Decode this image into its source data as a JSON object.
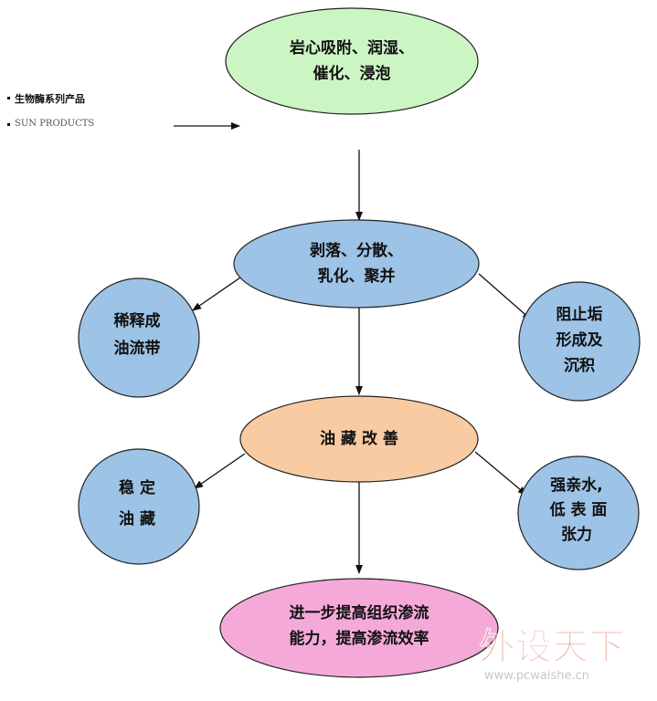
{
  "legend": {
    "line1": "生物酶系列产品",
    "line2": "SUN PRODUCTS"
  },
  "nodes": {
    "top": {
      "line1": "岩心吸附、润湿、",
      "line2": "催化、浸泡",
      "fill": "#ccf5c4"
    },
    "middle": {
      "line1": "剥落、分散、",
      "line2": "乳化、聚并",
      "fill": "#9dc3e6"
    },
    "left1": {
      "line1": "稀释成",
      "line2": "油流带",
      "fill": "#9dc3e6"
    },
    "right1": {
      "line1": "阻止垢",
      "line2": "形成及",
      "line3": "沉积",
      "fill": "#9dc3e6"
    },
    "center": {
      "line1": "油 藏 改 善",
      "fill": "#f8cba3"
    },
    "left2": {
      "line1": "稳 定",
      "line2": "油 藏",
      "fill": "#9dc3e6"
    },
    "right2": {
      "line1": "强亲水,",
      "line2": "低 表 面",
      "line3": "张力",
      "fill": "#9dc3e6"
    },
    "bottom": {
      "line1": "进一步提高组织渗流",
      "line2": "能力，提高渗流效率",
      "fill": "#f5a9d9"
    }
  },
  "watermark": {
    "brand": "外设天下",
    "url": "www.pcwaishe.cn"
  }
}
